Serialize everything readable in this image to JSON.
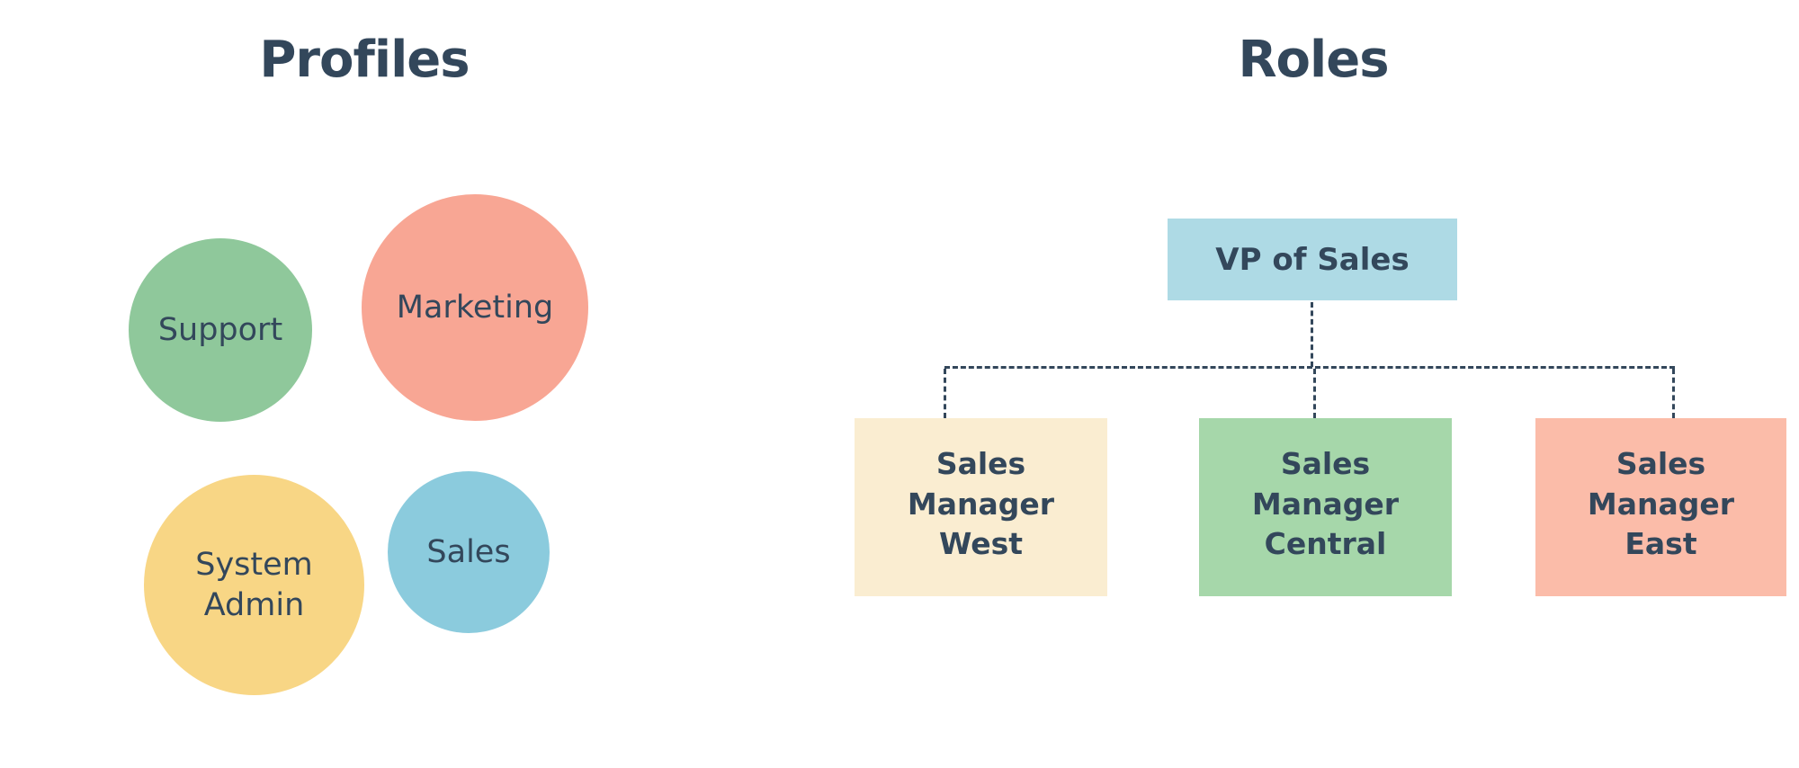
{
  "palette": {
    "background": "#FFFFFF",
    "navy": "#33475B",
    "support-green": "#8FC89B",
    "marketing-salmon": "#F8A694",
    "admin-yellow": "#F8D685",
    "sales-blue": "#8BCBDD",
    "vp-blue": "#AEDAE5",
    "west-cream": "#FAEDD1",
    "central-green": "#A6D7AA",
    "east-salmon": "#FBBCA9"
  },
  "profiles": {
    "title": "Profiles",
    "circles": [
      {
        "label": "Support",
        "color": "#8FC89B"
      },
      {
        "label": "Marketing",
        "color": "#F8A694"
      },
      {
        "label": "System Admin",
        "color": "#F8D685"
      },
      {
        "label": "Sales",
        "color": "#8BCBDD"
      }
    ]
  },
  "roles": {
    "title": "Roles",
    "top_box": {
      "label": "VP of Sales",
      "color": "#AEDAE5"
    },
    "manager_boxes": [
      {
        "label": "Sales Manager West",
        "color": "#FAEDD1"
      },
      {
        "label": "Sales Manager Central",
        "color": "#A6D7AA"
      },
      {
        "label": "Sales Manager East",
        "color": "#FBBCA9"
      }
    ],
    "connector_style": "dashed"
  }
}
